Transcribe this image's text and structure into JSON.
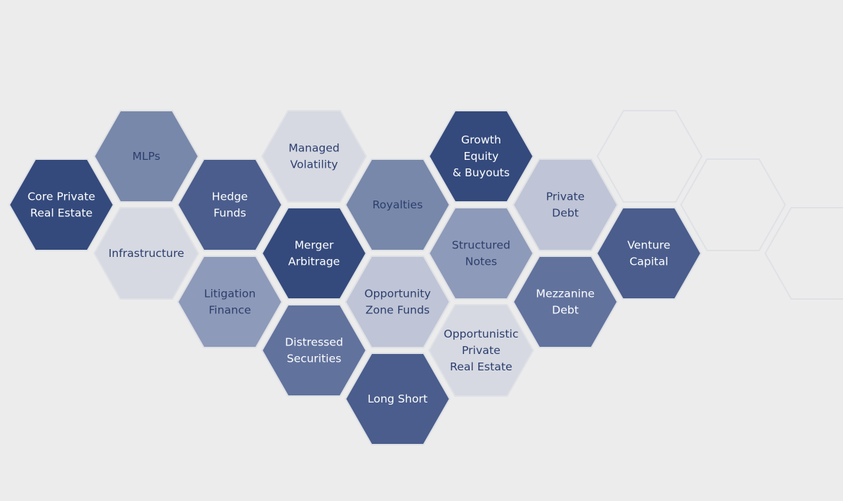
{
  "colors": {
    "background": "#ececec",
    "outline": "#dfe1e6"
  },
  "tiles": [
    {
      "id": "core-private-real-estate",
      "lines": [
        "Core Private",
        "Real Estate"
      ],
      "fill": "#344a7c",
      "text_color": "#ffffff"
    },
    {
      "id": "mlps",
      "lines": [
        "MLPs"
      ],
      "fill": "#7888aa",
      "text_color": "#2c3e6e"
    },
    {
      "id": "infrastructure",
      "lines": [
        "Infrastructure"
      ],
      "fill": "#d6d9e2",
      "text_color": "#2c3e6e"
    },
    {
      "id": "hedge-funds",
      "lines": [
        "Hedge",
        "Funds"
      ],
      "fill": "#4a5d8c",
      "text_color": "#ffffff"
    },
    {
      "id": "litigation-finance",
      "lines": [
        "Litigation",
        "Finance"
      ],
      "fill": "#8e9ab9",
      "text_color": "#2c3e6e"
    },
    {
      "id": "managed-volatility",
      "lines": [
        "Managed",
        "Volatility"
      ],
      "fill": "#d6d9e2",
      "text_color": "#2c3e6e"
    },
    {
      "id": "merger-arbitrage",
      "lines": [
        "Merger",
        "Arbitrage"
      ],
      "fill": "#344a7c",
      "text_color": "#ffffff"
    },
    {
      "id": "distressed-securities",
      "lines": [
        "Distressed",
        "Securities"
      ],
      "fill": "#61729d",
      "text_color": "#ffffff"
    },
    {
      "id": "royalties",
      "lines": [
        "Royalties"
      ],
      "fill": "#7888aa",
      "text_color": "#2c3e6e"
    },
    {
      "id": "opportunity-zone-funds",
      "lines": [
        "Opportunity",
        "Zone Funds"
      ],
      "fill": "#bfc5d6",
      "text_color": "#2c3e6e"
    },
    {
      "id": "long-short",
      "lines": [
        "Long Short"
      ],
      "fill": "#4a5d8c",
      "text_color": "#ffffff"
    },
    {
      "id": "growth-equity-buyouts",
      "lines": [
        "Growth",
        "Equity",
        "& Buyouts"
      ],
      "fill": "#344a7c",
      "text_color": "#ffffff"
    },
    {
      "id": "structured-notes",
      "lines": [
        "Structured",
        "Notes"
      ],
      "fill": "#8e9ab9",
      "text_color": "#2c3e6e"
    },
    {
      "id": "opportunistic-private-real-estate",
      "lines": [
        "Opportunistic",
        "Private",
        "Real Estate"
      ],
      "fill": "#d6d9e2",
      "text_color": "#2c3e6e"
    },
    {
      "id": "private-debt",
      "lines": [
        "Private",
        "Debt"
      ],
      "fill": "#bfc5d6",
      "text_color": "#2c3e6e"
    },
    {
      "id": "mezzanine-debt",
      "lines": [
        "Mezzanine",
        "Debt"
      ],
      "fill": "#61729d",
      "text_color": "#ffffff"
    },
    {
      "id": "venture-capital",
      "lines": [
        "Venture",
        "Capital"
      ],
      "fill": "#4a5d8c",
      "text_color": "#ffffff"
    },
    {
      "id": "empty-1",
      "lines": [],
      "fill": "#ececec",
      "text_color": "#2c3e6e"
    },
    {
      "id": "empty-2",
      "lines": [],
      "fill": "#ececec",
      "text_color": "#2c3e6e"
    },
    {
      "id": "empty-3",
      "lines": [],
      "fill": "#ececec",
      "text_color": "#2c3e6e"
    }
  ]
}
